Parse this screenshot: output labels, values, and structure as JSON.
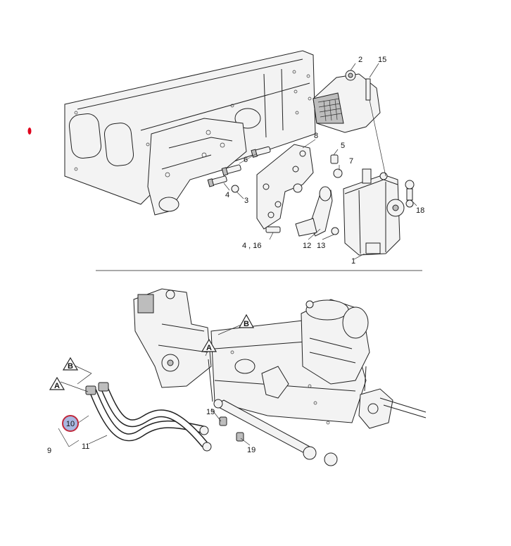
{
  "colors": {
    "line": "#222222",
    "highlight_fill": "#a9b7e0",
    "highlight_ring": "#c0283b",
    "marker": "#e0001b"
  },
  "upper_view": {
    "callouts": {
      "c1": "1",
      "c2": "2",
      "c3": "3",
      "c4": "4",
      "c4_16": "4 , 16",
      "c5": "5",
      "c6": "6",
      "c7": "7",
      "c8": "8",
      "c12": "12",
      "c13": "13",
      "c15": "15",
      "c18": "18"
    }
  },
  "lower_view": {
    "callouts": {
      "c9": "9",
      "c10": "10",
      "c11": "11",
      "c19a": "19",
      "c19b": "19"
    },
    "markers": {
      "a1": "A",
      "a2": "A",
      "b1": "B",
      "b2": "B"
    }
  }
}
